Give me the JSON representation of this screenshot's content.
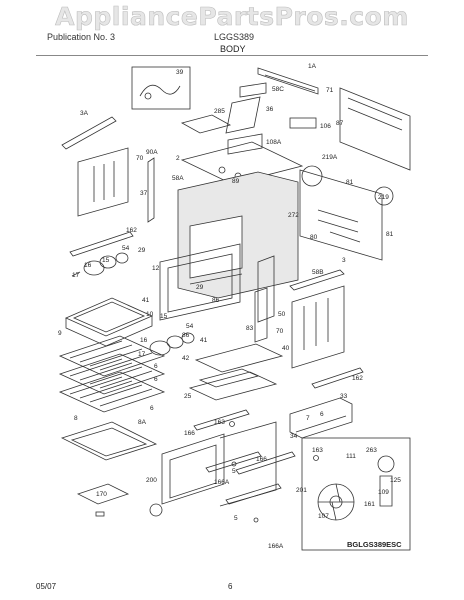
{
  "watermark": "AppliancePartsPros.com",
  "header": {
    "left": "Publication No. 3",
    "right": "LGGS389",
    "section": "BODY"
  },
  "diagram_code": "BGLGS389ESC",
  "footer": {
    "date": "05/07",
    "page": "6"
  },
  "callouts": [
    {
      "id": "c39",
      "text": "39"
    },
    {
      "id": "c1a",
      "text": "1A"
    },
    {
      "id": "c3a",
      "text": "3A"
    },
    {
      "id": "c71",
      "text": "71"
    },
    {
      "id": "c285",
      "text": "285"
    },
    {
      "id": "c36",
      "text": "36"
    },
    {
      "id": "c58c",
      "text": "58C"
    },
    {
      "id": "c106",
      "text": "106"
    },
    {
      "id": "c87",
      "text": "87"
    },
    {
      "id": "c70a",
      "text": "70"
    },
    {
      "id": "c90a",
      "text": "90A"
    },
    {
      "id": "c108a",
      "text": "108A"
    },
    {
      "id": "c2",
      "text": "2"
    },
    {
      "id": "c58a",
      "text": "58A"
    },
    {
      "id": "c89",
      "text": "89"
    },
    {
      "id": "c219a",
      "text": "219A"
    },
    {
      "id": "c81a",
      "text": "81"
    },
    {
      "id": "c219",
      "text": "219"
    },
    {
      "id": "c37",
      "text": "37"
    },
    {
      "id": "c272",
      "text": "272"
    },
    {
      "id": "c80",
      "text": "80"
    },
    {
      "id": "c81b",
      "text": "81"
    },
    {
      "id": "c162a",
      "text": "162"
    },
    {
      "id": "c54a",
      "text": "54"
    },
    {
      "id": "c29",
      "text": "29"
    },
    {
      "id": "c16a",
      "text": "16"
    },
    {
      "id": "c15a",
      "text": "15"
    },
    {
      "id": "c17a",
      "text": "17"
    },
    {
      "id": "c12",
      "text": "12"
    },
    {
      "id": "c58b",
      "text": "58B"
    },
    {
      "id": "c3",
      "text": "3"
    },
    {
      "id": "c41a",
      "text": "41"
    },
    {
      "id": "c86",
      "text": "86"
    },
    {
      "id": "c29b",
      "text": "29"
    },
    {
      "id": "c50",
      "text": "50"
    },
    {
      "id": "c9",
      "text": "9"
    },
    {
      "id": "c10",
      "text": "10"
    },
    {
      "id": "c15b",
      "text": "15"
    },
    {
      "id": "c54b",
      "text": "54"
    },
    {
      "id": "c83",
      "text": "83"
    },
    {
      "id": "c70b",
      "text": "70"
    },
    {
      "id": "c16b",
      "text": "16"
    },
    {
      "id": "c86b",
      "text": "86"
    },
    {
      "id": "c41b",
      "text": "41"
    },
    {
      "id": "c42",
      "text": "42"
    },
    {
      "id": "c40",
      "text": "40"
    },
    {
      "id": "c17b",
      "text": "17"
    },
    {
      "id": "c6a",
      "text": "6"
    },
    {
      "id": "c6b",
      "text": "6"
    },
    {
      "id": "c25",
      "text": "25"
    },
    {
      "id": "c162b",
      "text": "162"
    },
    {
      "id": "c6c",
      "text": "6"
    },
    {
      "id": "c33",
      "text": "33"
    },
    {
      "id": "c8",
      "text": "8"
    },
    {
      "id": "c163a",
      "text": "163"
    },
    {
      "id": "c7",
      "text": "7"
    },
    {
      "id": "c6d",
      "text": "6"
    },
    {
      "id": "c34",
      "text": "34"
    },
    {
      "id": "c166a",
      "text": "166"
    },
    {
      "id": "c8a",
      "text": "8A"
    },
    {
      "id": "c263",
      "text": "263"
    },
    {
      "id": "c163b",
      "text": "163"
    },
    {
      "id": "c111",
      "text": "111"
    },
    {
      "id": "c5",
      "text": "5"
    },
    {
      "id": "c125",
      "text": "125"
    },
    {
      "id": "c166b",
      "text": "166"
    },
    {
      "id": "c200",
      "text": "200"
    },
    {
      "id": "c109",
      "text": "109"
    },
    {
      "id": "c166c",
      "text": "166A"
    },
    {
      "id": "c201",
      "text": "201"
    },
    {
      "id": "c161",
      "text": "161"
    },
    {
      "id": "c107",
      "text": "107"
    },
    {
      "id": "c170",
      "text": "170"
    },
    {
      "id": "c5b",
      "text": "5"
    },
    {
      "id": "c166d",
      "text": "166A"
    }
  ]
}
